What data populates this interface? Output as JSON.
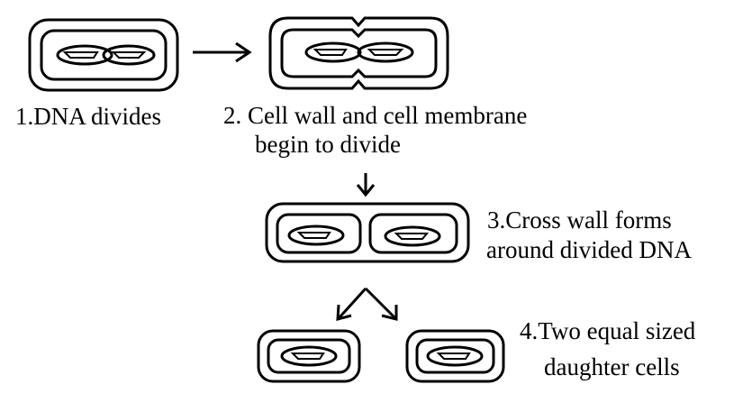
{
  "steps": [
    {
      "number": "1.",
      "text": "DNA divides"
    },
    {
      "number": "2.",
      "line1": "Cell wall and cell membrane",
      "line2": "begin to divide"
    },
    {
      "number": "3.",
      "line1": "Cross wall forms",
      "line2": "around divided DNA"
    },
    {
      "number": "4.",
      "line1": "Two equal sized",
      "line2": "daughter cells"
    }
  ],
  "colors": {
    "ink": "#000000",
    "background": "#ffffff"
  }
}
